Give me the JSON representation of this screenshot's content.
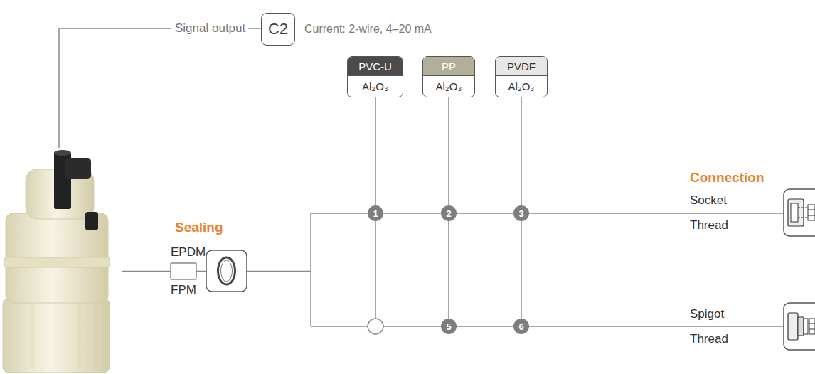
{
  "diagram": {
    "nodes": [
      {
        "text": [
          "C2"
        ]
      },
      {
        "text": [
          "PVC-U",
          "Al₂O₃"
        ]
      },
      {
        "text": [
          "PP",
          "Al₂O₃"
        ]
      },
      {
        "text": [
          "PVDF",
          "Al₂O₃"
        ]
      },
      {
        "text": [
          "1"
        ]
      },
      {
        "text": [
          "2"
        ]
      },
      {
        "text": [
          "3"
        ]
      },
      {
        "text": [
          "5"
        ]
      },
      {
        "text": [
          "6"
        ]
      }
    ],
    "edges": [
      {
        "from": 1,
        "to": 4,
        "arrow": "none"
      },
      {
        "from": 2,
        "to": 5,
        "arrow": "none"
      },
      {
        "from": 3,
        "to": 6,
        "arrow": "none"
      },
      {
        "from": 4,
        "to": 5,
        "arrow": "none"
      },
      {
        "from": 5,
        "to": 6,
        "arrow": "none"
      },
      {
        "from": 5,
        "to": 7,
        "arrow": "none"
      },
      {
        "from": 6,
        "to": 8,
        "arrow": "none"
      },
      {
        "from": 7,
        "to": 8,
        "arrow": "none"
      }
    ],
    "labels": [
      "Signal output",
      "Current: 2-wire, 4–20 mA",
      "Sealing",
      "EPDM",
      "FPM",
      "Connection",
      "Socket",
      "Thread",
      "Spigot",
      "Thread"
    ]
  }
}
